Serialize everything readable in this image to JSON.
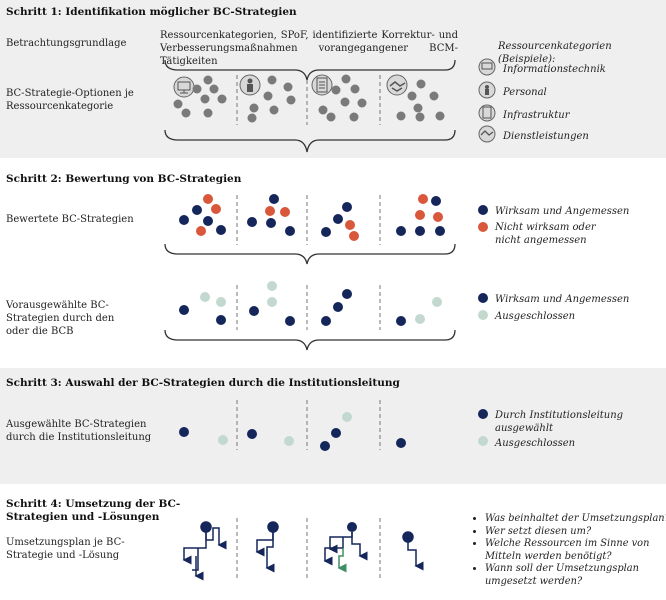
{
  "colors": {
    "navy": "#14265a",
    "red": "#d9573b",
    "mint": "#c3d9cf",
    "gray": "#7a7a7a",
    "panel": "#efefef",
    "green": "#3f8f64"
  },
  "step1": {
    "title": "Schritt 1: Identifikation möglicher BC-Strategien",
    "label_basis": "Betrachtungsgrundlage",
    "header_text": "Ressourcenkategorien, SPoF, identifizierte Korrektur- und Verbesserungsmaßnahmen vorangegangener BCM-Tätigkeiten",
    "label_options": "BC-Strategie-Optionen je Ressourcenkategorie",
    "legend_title": "Ressourcenkategorien (Beispiele):",
    "categories": [
      {
        "label": "Informationstechnik",
        "icon": "computer-icon"
      },
      {
        "label": "Personal",
        "icon": "person-icon"
      },
      {
        "label": "Infrastruktur",
        "icon": "building-icon"
      },
      {
        "label": "Dienstleistungen",
        "icon": "handshake-icon"
      }
    ]
  },
  "step2": {
    "title": "Schritt 2: Bewertung von BC-Strategien",
    "label_rated": "Bewertete BC-Strategien",
    "legend_rated": [
      "Wirksam und Angemessen",
      "Nicht wirksam oder nicht angemessen"
    ],
    "label_pre": "Vorausgewählte BC-Strategien durch den oder die BCB",
    "legend_pre": [
      "Wirksam und Angemessen",
      "Ausgeschlossen"
    ]
  },
  "step3": {
    "title": "Schritt 3: Auswahl der BC-Strategien durch die Institutionsleitung",
    "label": "Ausgewählte BC-Strategien durch die Institutionsleitung",
    "legend": [
      "Durch Institutionsleitung ausgewählt",
      "Ausgeschlossen"
    ]
  },
  "step4": {
    "title": "Schritt 4: Umsetzung der BC-Strategien und -Lösungen",
    "label": "Umsetzungsplan je BC-Strategie und -Lösung",
    "questions": [
      "Was beinhaltet der Umsetzungsplan?",
      "Wer setzt diesen um?",
      "Welche Ressourcen im Sinne von Mitteln werden benötigt?",
      "Wann soll der Umsetzungsplan umgesetzt werden?"
    ]
  }
}
